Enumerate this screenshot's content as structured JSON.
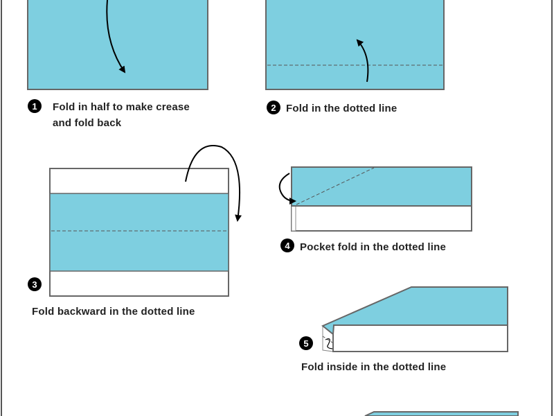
{
  "colors": {
    "paper_color": "#7ecfe0",
    "paper_back": "#ffffff",
    "outline": "#666666"
  },
  "steps": [
    {
      "number": "1",
      "text_lines": [
        "Fold in half to make crease",
        "and fold back"
      ]
    },
    {
      "number": "2",
      "text_lines": [
        "Fold in the dotted line"
      ]
    },
    {
      "number": "3",
      "text_lines": [
        "Fold backward in the dotted line"
      ]
    },
    {
      "number": "4",
      "text_lines": [
        "Pocket fold in the dotted line"
      ]
    },
    {
      "number": "5",
      "text_lines": [
        "Fold inside in the dotted line"
      ]
    }
  ]
}
